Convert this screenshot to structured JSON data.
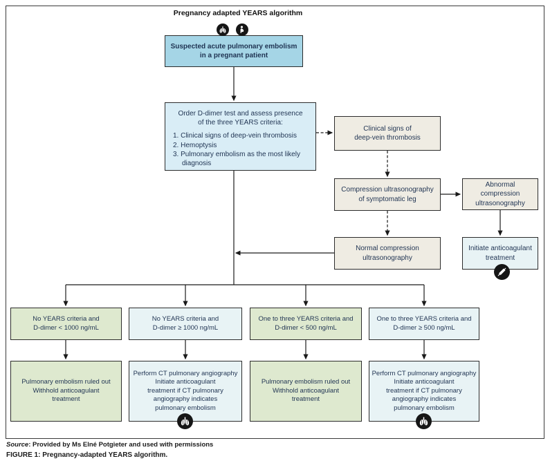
{
  "title": "Pregnancy adapted YEARS algorithm",
  "colors": {
    "box_blue": "#a5d5e6",
    "box_lightblue": "#d9edf6",
    "box_beige": "#efece3",
    "box_paleblue": "#e8f3f5",
    "box_green": "#dee9cf",
    "line": "#1a1a1a",
    "text": "#1f3352",
    "icon_bg": "#161616"
  },
  "icons": {
    "top_left": "lungs-icon",
    "top_right": "pregnant-woman-icon",
    "initiate": "syringe-icon",
    "ct_columns": "lungs-icon"
  },
  "flow": {
    "suspected": "Suspected acute pulmonary embolism\nin a pregnant patient",
    "order": {
      "heading": "Order D-dimer test and assess presence\nof the three YEARS criteria:",
      "items": [
        "1. Clinical signs of deep-vein thrombosis",
        "2. Hemoptysis",
        "3. Pulmonary embolism as the most likely diagnosis"
      ]
    },
    "clinical_signs": "Clinical signs of\ndeep-vein thrombosis",
    "compression": "Compression ultrasonography\nof symptomatic leg",
    "abnormal": "Abnormal compression\nultrasonography",
    "normal": "Normal compression\nultrasonography",
    "initiate": "Initiate anticoagulant\ntreatment",
    "branches": [
      {
        "criteria": "No YEARS criteria and\nD-dimer < 1000 ng/mL",
        "outcome": "Pulmonary embolism ruled out\nWithhold anticoagulant\ntreatment"
      },
      {
        "criteria": "No YEARS criteria and\nD-dimer ≥ 1000 ng/mL",
        "outcome": "Perform CT pulmonary angiography\nInitiate anticoagulant\ntreatment if CT pulmonary\nangiography indicates\npulmonary embolism"
      },
      {
        "criteria": "One to three YEARS criteria and\nD-dimer < 500 ng/mL",
        "outcome": "Pulmonary embolism ruled out\nWithhold anticoagulant\ntreatment"
      },
      {
        "criteria": "One to three YEARS criteria and\nD-dimer ≥ 500 ng/mL",
        "outcome": "Perform CT pulmonary angiography\nInitiate anticoagulant\ntreatment if CT pulmonary\nangiography indicates\npulmonary embolism"
      }
    ]
  },
  "footer": {
    "source_label": "Source",
    "source_text": ": Provided by Ms Elné Potgieter and used with permissions",
    "figure_label": "FIGURE 1:",
    "figure_text": " Pregnancy-adapted YEARS algorithm."
  }
}
